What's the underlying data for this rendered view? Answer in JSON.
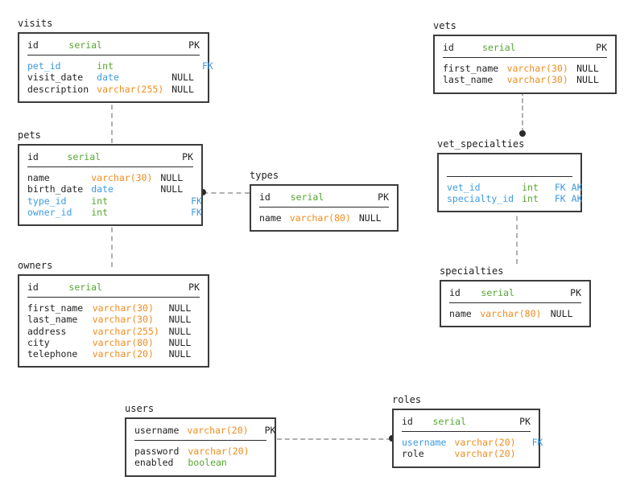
{
  "diagram": {
    "title": "petclinic-schema",
    "colors": {
      "border": "#3b3b3b",
      "connector": "#b0b0b0",
      "dot": "#2b2b2b",
      "key": "#3d9ae2",
      "serial": "#55a630",
      "varchar": "#f08c1e",
      "date": "#3d9ae2",
      "plain": "#222222"
    }
  },
  "tables": [
    {
      "id": "visits",
      "label": "visits",
      "header": {
        "name": "id",
        "type": "serial",
        "null": "",
        "key": "PK"
      },
      "columns": [
        {
          "name": "pet_id",
          "type": "int",
          "null": "",
          "key": "FK"
        },
        {
          "name": "visit_date",
          "type": "date",
          "null": "NULL",
          "key": ""
        },
        {
          "name": "description",
          "type": "varchar(255)",
          "null": "NULL",
          "key": ""
        }
      ]
    },
    {
      "id": "pets",
      "label": "pets",
      "header": {
        "name": "id",
        "type": "serial",
        "null": "",
        "key": "PK"
      },
      "columns": [
        {
          "name": "name",
          "type": "varchar(30)",
          "null": "NULL",
          "key": ""
        },
        {
          "name": "birth_date",
          "type": "date",
          "null": "NULL",
          "key": ""
        },
        {
          "name": "type_id",
          "type": "int",
          "null": "",
          "key": "FK"
        },
        {
          "name": "owner_id",
          "type": "int",
          "null": "",
          "key": "FK"
        }
      ]
    },
    {
      "id": "owners",
      "label": "owners",
      "header": {
        "name": "id",
        "type": "serial",
        "null": "",
        "key": "PK"
      },
      "columns": [
        {
          "name": "first_name",
          "type": "varchar(30)",
          "null": "NULL",
          "key": ""
        },
        {
          "name": "last_name",
          "type": "varchar(30)",
          "null": "NULL",
          "key": ""
        },
        {
          "name": "address",
          "type": "varchar(255)",
          "null": "NULL",
          "key": ""
        },
        {
          "name": "city",
          "type": "varchar(80)",
          "null": "NULL",
          "key": ""
        },
        {
          "name": "telephone",
          "type": "varchar(20)",
          "null": "NULL",
          "key": ""
        }
      ]
    },
    {
      "id": "types",
      "label": "types",
      "header": {
        "name": "id",
        "type": "serial",
        "null": "",
        "key": "PK"
      },
      "columns": [
        {
          "name": "name",
          "type": "varchar(80)",
          "null": "NULL",
          "key": ""
        }
      ]
    },
    {
      "id": "vets",
      "label": "vets",
      "header": {
        "name": "id",
        "type": "serial",
        "null": "",
        "key": "PK"
      },
      "columns": [
        {
          "name": "first_name",
          "type": "varchar(30)",
          "null": "NULL",
          "key": ""
        },
        {
          "name": "last_name",
          "type": "varchar(30)",
          "null": "NULL",
          "key": ""
        }
      ]
    },
    {
      "id": "vet_specialties",
      "label": "vet_specialties",
      "header": {
        "name": "",
        "type": "",
        "null": "",
        "key": ""
      },
      "columns": [
        {
          "name": "vet_id",
          "type": "int",
          "null": "",
          "key": "FK AK"
        },
        {
          "name": "specialty_id",
          "type": "int",
          "null": "",
          "key": "FK AK"
        }
      ]
    },
    {
      "id": "specialties",
      "label": "specialties",
      "header": {
        "name": "id",
        "type": "serial",
        "null": "",
        "key": "PK"
      },
      "columns": [
        {
          "name": "name",
          "type": "varchar(80)",
          "null": "NULL",
          "key": ""
        }
      ]
    },
    {
      "id": "users",
      "label": "users",
      "header": {
        "name": "username",
        "type": "varchar(20)",
        "null": "",
        "key": "PK"
      },
      "columns": [
        {
          "name": "password",
          "type": "varchar(20)",
          "null": "",
          "key": ""
        },
        {
          "name": "enabled",
          "type": "boolean",
          "null": "",
          "key": ""
        }
      ]
    },
    {
      "id": "roles",
      "label": "roles",
      "header": {
        "name": "id",
        "type": "serial",
        "null": "",
        "key": "PK"
      },
      "columns": [
        {
          "name": "username",
          "type": "varchar(20)",
          "null": "",
          "key": "FK"
        },
        {
          "name": "role",
          "type": "varchar(20)",
          "null": "",
          "key": ""
        }
      ]
    }
  ],
  "relationships": [
    {
      "id": "visits-pets",
      "from": "visits",
      "to": "pets",
      "orientation": "vertical"
    },
    {
      "id": "pets-owners",
      "from": "pets",
      "to": "owners",
      "orientation": "vertical"
    },
    {
      "id": "pets-types",
      "from": "pets",
      "to": "types",
      "orientation": "horizontal"
    },
    {
      "id": "vets-vet_specialties",
      "from": "vets",
      "to": "vet_specialties",
      "orientation": "vertical"
    },
    {
      "id": "vet_specialties-specialties",
      "from": "vet_specialties",
      "to": "specialties",
      "orientation": "vertical"
    },
    {
      "id": "users-roles",
      "from": "users",
      "to": "roles",
      "orientation": "horizontal"
    }
  ]
}
